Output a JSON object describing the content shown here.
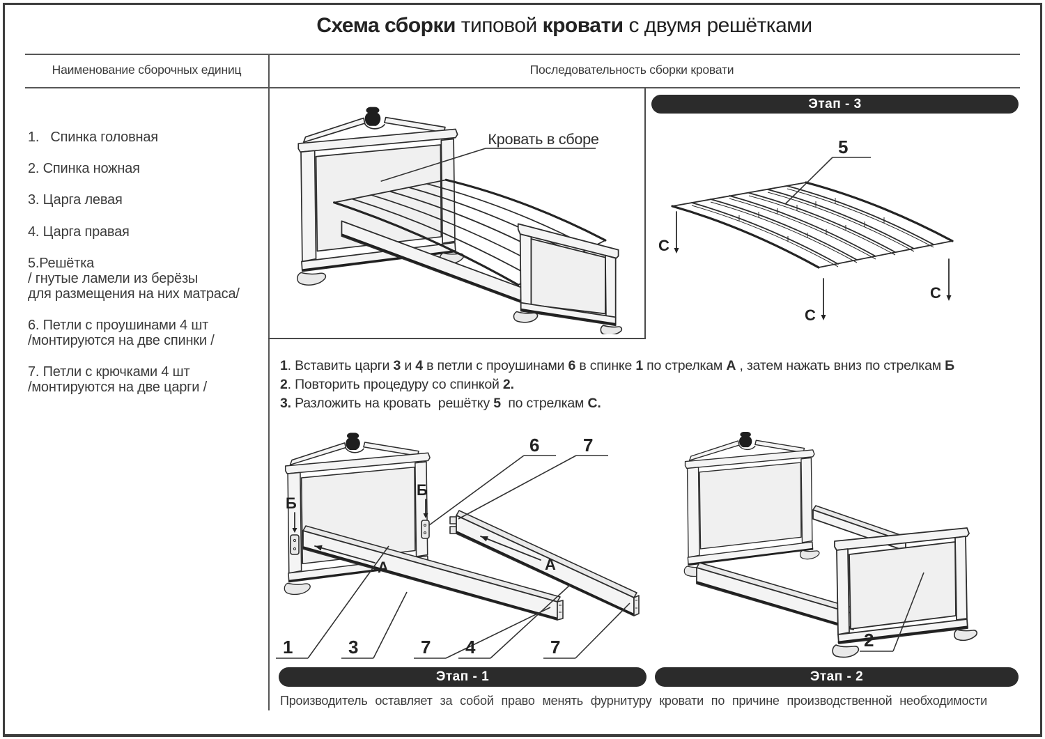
{
  "title": {
    "p1": "Схема сборки",
    "p2": " типовой ",
    "p3": "кровати",
    "p4": " с двумя решётками"
  },
  "table": {
    "left_header": "Наименование  сборочных единиц",
    "right_header": "Последовательность сборки кровати"
  },
  "parts": [
    {
      "line": "1.   Спинка головная"
    },
    {
      "line": "2. Спинка ножная"
    },
    {
      "line": "3. Царга левая"
    },
    {
      "line": "4. Царга правая"
    },
    {
      "line": "5.Решётка",
      "note1": "/ гнутые ламели из берёзы",
      "note2": "для размещения на них матраса/"
    },
    {
      "line": "6. Петли с проушинами 4 шт",
      "note1": "/монтируются на две спинки /"
    },
    {
      "line": "7. Петли с крючками 4 шт",
      "note1": "/монтируются на две царги /"
    }
  ],
  "stages": {
    "s1": "Этап - 1",
    "s2": "Этап - 2",
    "s3": "Этап - 3"
  },
  "assembled_label": "Кровать в сборе",
  "markers": {
    "a": "А",
    "b": "Б",
    "c": "С"
  },
  "callouts": {
    "n1": "1",
    "n2": "2",
    "n3": "3",
    "n4": "4",
    "n5": "5",
    "n6": "6",
    "n7": "7"
  },
  "instructions": [
    [
      {
        "t": "1",
        "b": true
      },
      {
        "t": ". Вставить царги ",
        "b": false
      },
      {
        "t": "3",
        "b": true
      },
      {
        "t": " и ",
        "b": false
      },
      {
        "t": "4",
        "b": true
      },
      {
        "t": " в петли с проушинами ",
        "b": false
      },
      {
        "t": "6",
        "b": true
      },
      {
        "t": " в спинке ",
        "b": false
      },
      {
        "t": "1",
        "b": true
      },
      {
        "t": " по стрелкам ",
        "b": false
      },
      {
        "t": "А",
        "b": true
      },
      {
        "t": " , затем нажать вниз по стрелкам ",
        "b": false
      },
      {
        "t": "Б",
        "b": true
      }
    ],
    [
      {
        "t": "2",
        "b": true
      },
      {
        "t": ". Повторить процедуру со спинкой ",
        "b": false
      },
      {
        "t": "2.",
        "b": true
      }
    ],
    [
      {
        "t": "3.",
        "b": true
      },
      {
        "t": " Разложить на кровать  решётку ",
        "b": false
      },
      {
        "t": "5",
        "b": true
      },
      {
        "t": "  по стрелкам ",
        "b": false
      },
      {
        "t": "С.",
        "b": true
      }
    ]
  ],
  "footer": "Производитель  оставляет  за  собой  право  менять  фурнитуру  кровати  по  причине производственной необходимости",
  "colors": {
    "ink": "#2d2d2d",
    "banner": "#2b2b2b",
    "rule": "#565656"
  }
}
